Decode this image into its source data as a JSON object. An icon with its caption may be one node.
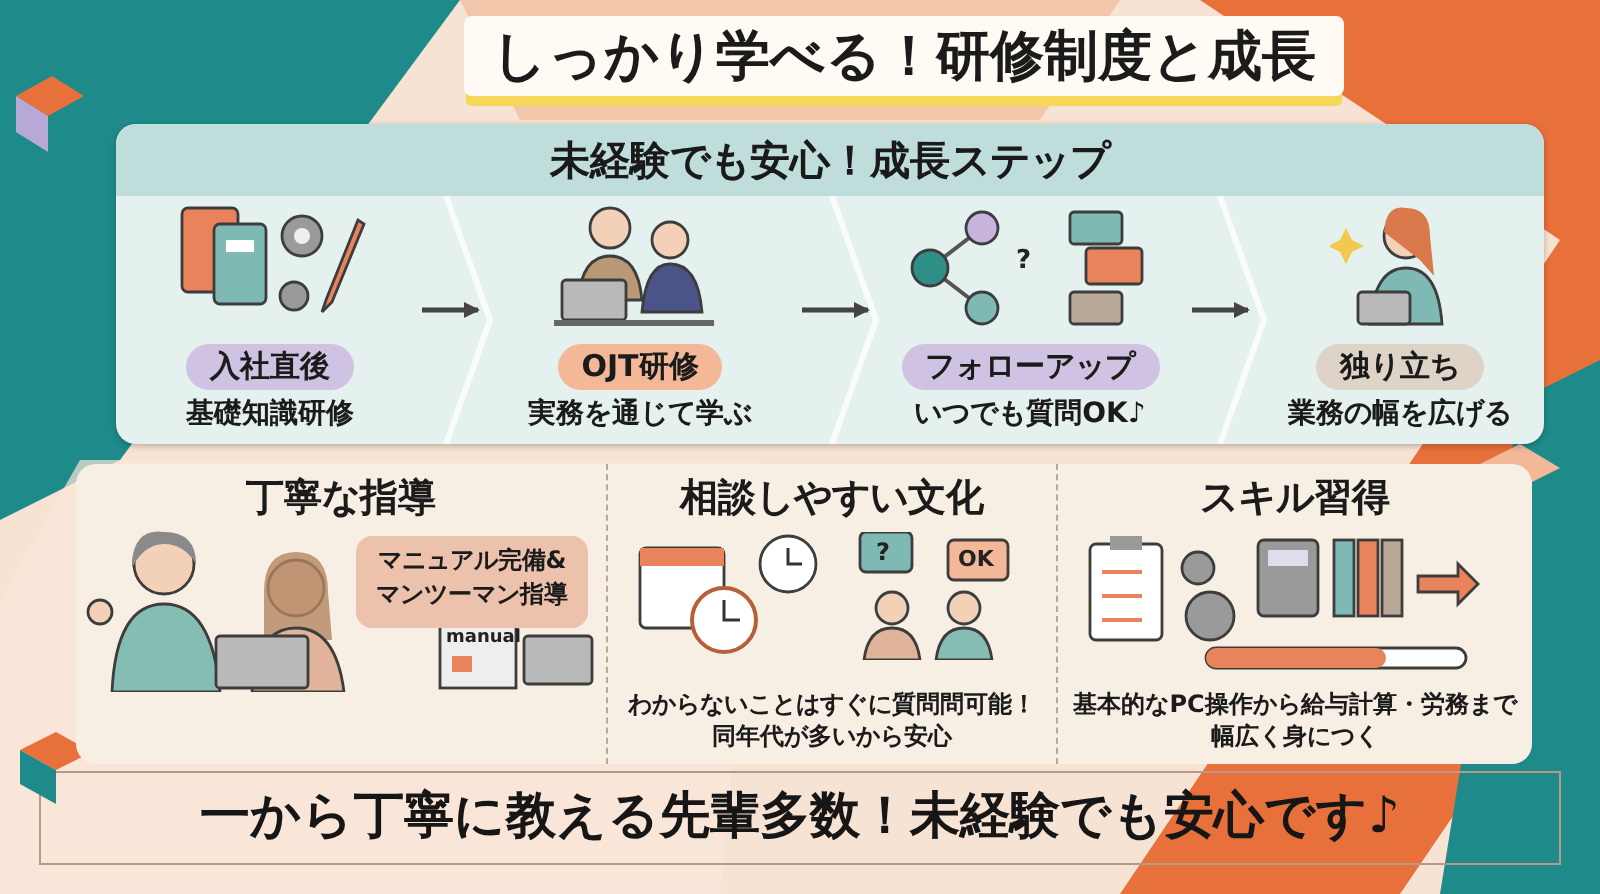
{
  "diagram": {
    "title": "しっかり学べる！研修制度と成長",
    "caption": "一から丁寧に教える先輩多数！未経験でも安心です♪",
    "nodes": [
      {
        "text": [
          "未経験でも安心！成長ステップ"
        ]
      },
      {
        "text": [
          "入社直後",
          "基礎知識研修"
        ],
        "in": 0
      },
      {
        "text": [
          "OJT研修",
          "実務を通じて学ぶ"
        ],
        "in": 0
      },
      {
        "text": [
          "フォローアップ",
          "いつでも質問OK♪"
        ],
        "in": 0
      },
      {
        "text": [
          "独り立ち",
          "業務の幅を広げる"
        ],
        "in": 0
      },
      {
        "text": [
          "丁寧な指導"
        ]
      },
      {
        "text": [
          "マニュアル完備& マンツーマン指導"
        ],
        "in": 5
      },
      {
        "text": [
          "相談しやすい文化",
          "わからないことはすぐに質問問可能！同年代が多いから安心"
        ]
      },
      {
        "text": [
          "スキル習得",
          "基本的なPC操作から給与計算・労務まで幅広く身につく"
        ]
      }
    ],
    "edges": [
      {
        "from": 1,
        "to": 2,
        "arrow": "to"
      },
      {
        "from": 2,
        "to": 3,
        "arrow": "to"
      },
      {
        "from": 3,
        "to": 4,
        "arrow": "to"
      }
    ],
    "labels": [
      "?",
      "manual",
      "?",
      "OK"
    ]
  }
}
